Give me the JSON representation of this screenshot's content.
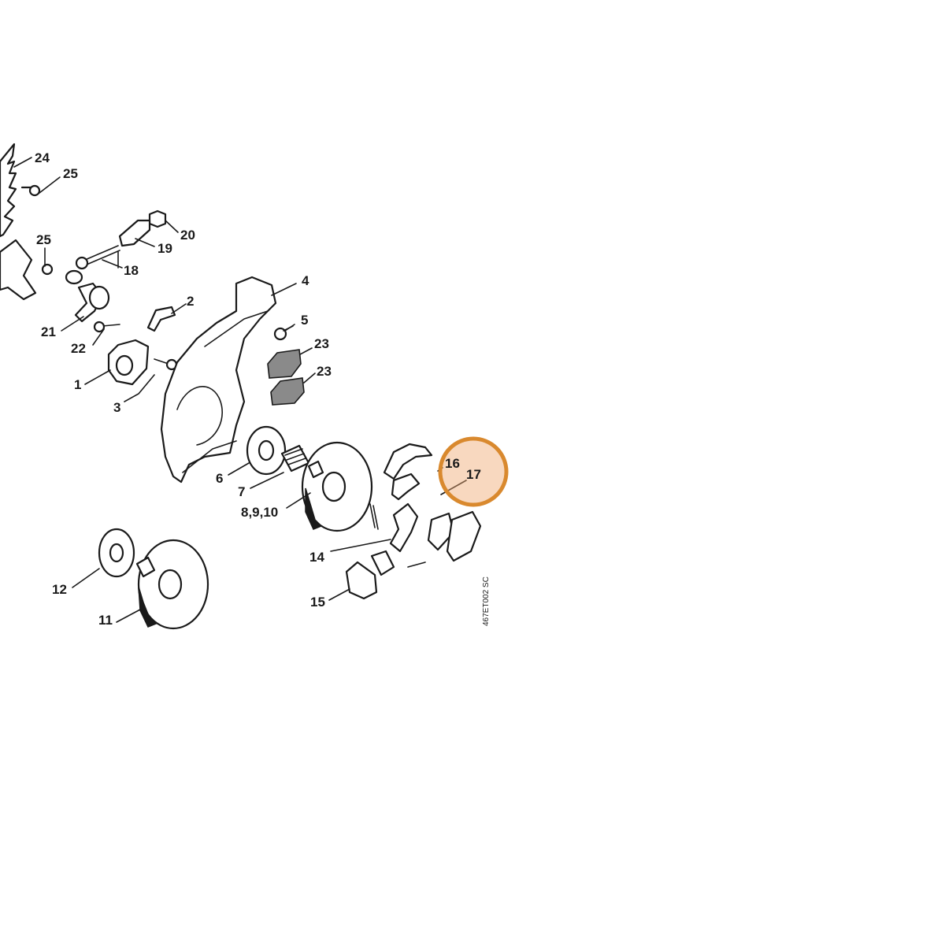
{
  "diagram": {
    "drawing_code": "467ET002 SC",
    "highlight_color": "#d9892e",
    "highlight_fill": "#f0a872",
    "callouts": {
      "c24": "24",
      "c25a": "25",
      "c20": "20",
      "c19": "19",
      "c25b": "25",
      "c18": "18",
      "c4": "4",
      "c2": "2",
      "c5": "5",
      "c21": "21",
      "c22": "22",
      "c23a": "23",
      "c23b": "23",
      "c1": "1",
      "c3": "3",
      "c6": "6",
      "c7": "7",
      "c8910": "8,9,10",
      "c16": "16",
      "c17": "17",
      "c14": "14",
      "c12": "12",
      "c15": "15",
      "c11": "11"
    }
  }
}
